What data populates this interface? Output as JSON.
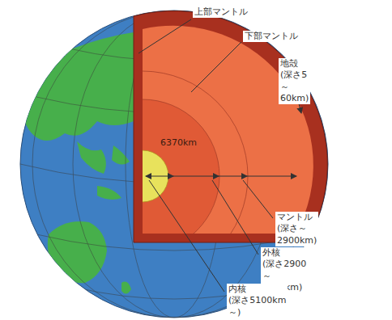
{
  "diagram": {
    "labels": [
      "上部マントル",
      "下部マントル",
      "地殻 (深さ5～60km)",
      "6370km",
      "マントル (深さ～2900km)",
      "外核 (深さ2900～5100km)",
      "内核 (深さ5100km～)"
    ]
  }
}
